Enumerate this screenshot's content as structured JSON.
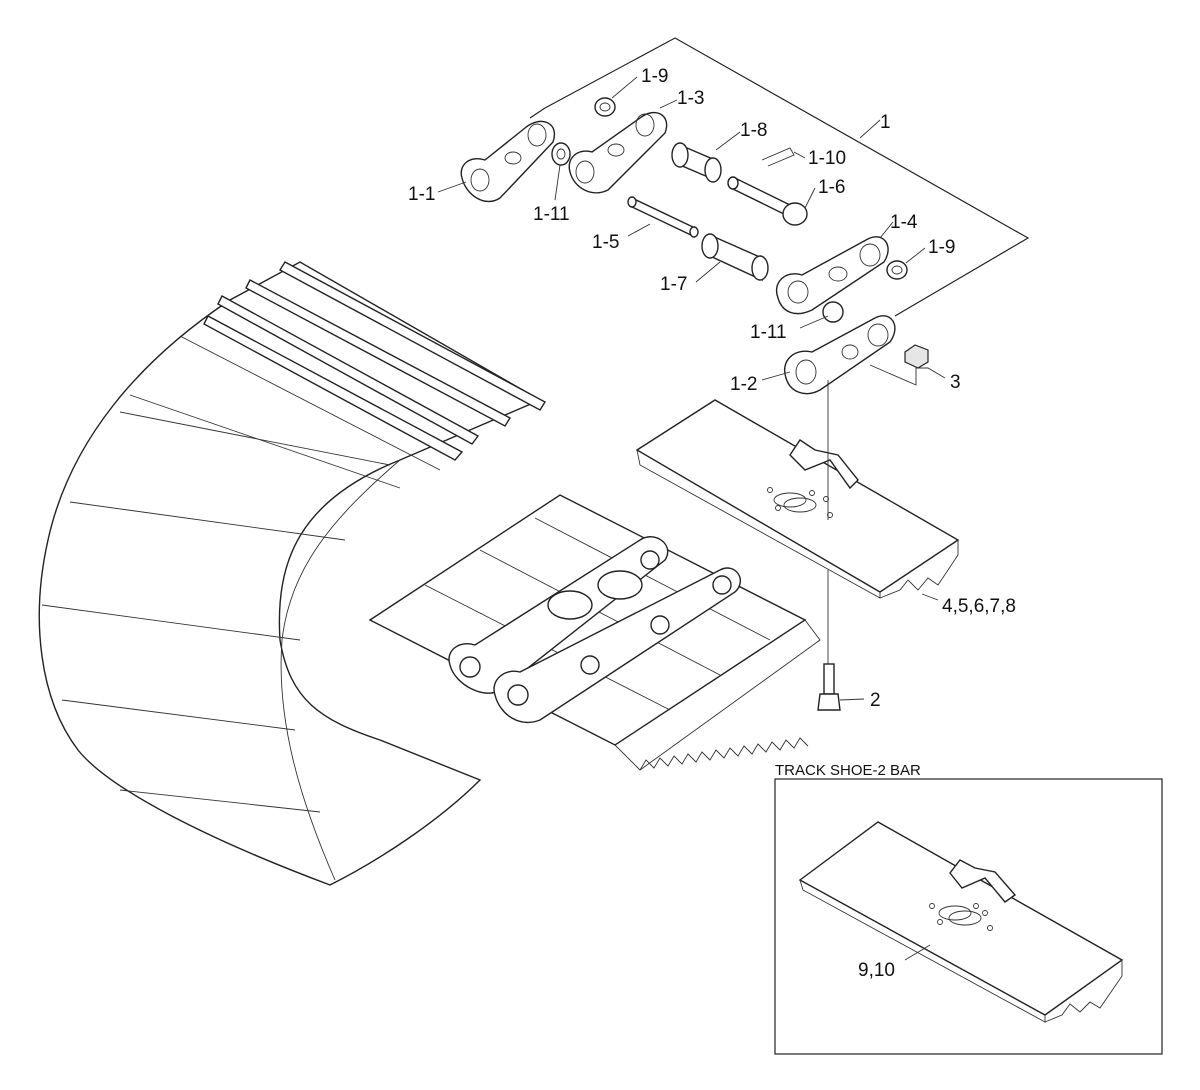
{
  "inset": {
    "title": "TRACK SHOE-2 BAR",
    "label": "9,10"
  },
  "labels": {
    "l1": "1",
    "l1_1": "1-1",
    "l1_2": "1-2",
    "l1_3": "1-3",
    "l1_4": "1-4",
    "l1_5": "1-5",
    "l1_6": "1-6",
    "l1_7": "1-7",
    "l1_8": "1-8",
    "l1_9a": "1-9",
    "l1_9b": "1-9",
    "l1_10": "1-10",
    "l1_11a": "1-11",
    "l1_11b": "1-11",
    "l2": "2",
    "l3": "3",
    "l4": "4,5,6,7,8"
  }
}
